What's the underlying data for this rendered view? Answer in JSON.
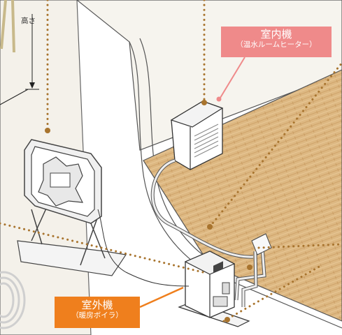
{
  "labels": {
    "height": "高さ",
    "indoor_unit": {
      "title": "室内機",
      "subtitle": "（温水ルームヒーター）"
    },
    "outdoor_unit": {
      "title": "室外機",
      "subtitle": "（暖房ボイラ）"
    }
  },
  "colors": {
    "indoor_callout": "#ef8a8a",
    "outdoor_callout": "#ef7f1d",
    "floor": "#ddb882",
    "wall": "#f2efe7",
    "dotted_guide": "#a8742e",
    "pipe": "#e6e6e6"
  }
}
